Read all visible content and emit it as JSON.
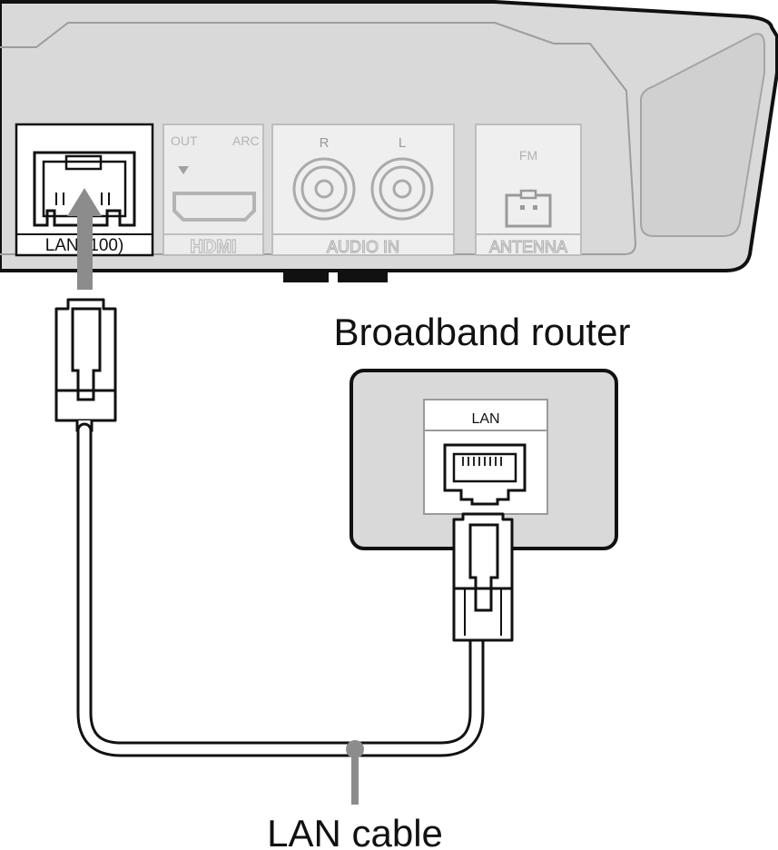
{
  "device": {
    "ports": {
      "lan": {
        "label": "LAN (100)"
      },
      "hdmi": {
        "out_label": "OUT",
        "arc_label": "ARC",
        "logo_text": "HDMI"
      },
      "audio": {
        "left_label": "L",
        "right_label": "R",
        "group_label": "AUDIO IN"
      },
      "antenna": {
        "band_label": "FM",
        "group_label": "ANTENNA"
      }
    }
  },
  "router": {
    "title": "Broadband router",
    "port_label": "LAN"
  },
  "cable": {
    "label": "LAN cable"
  },
  "colors": {
    "device_fill": "#d9d9d9",
    "port_panel": "#eeeeee",
    "faded_line": "#bdbdbd",
    "arrow": "#8c8c8c",
    "ink": "#111111"
  }
}
